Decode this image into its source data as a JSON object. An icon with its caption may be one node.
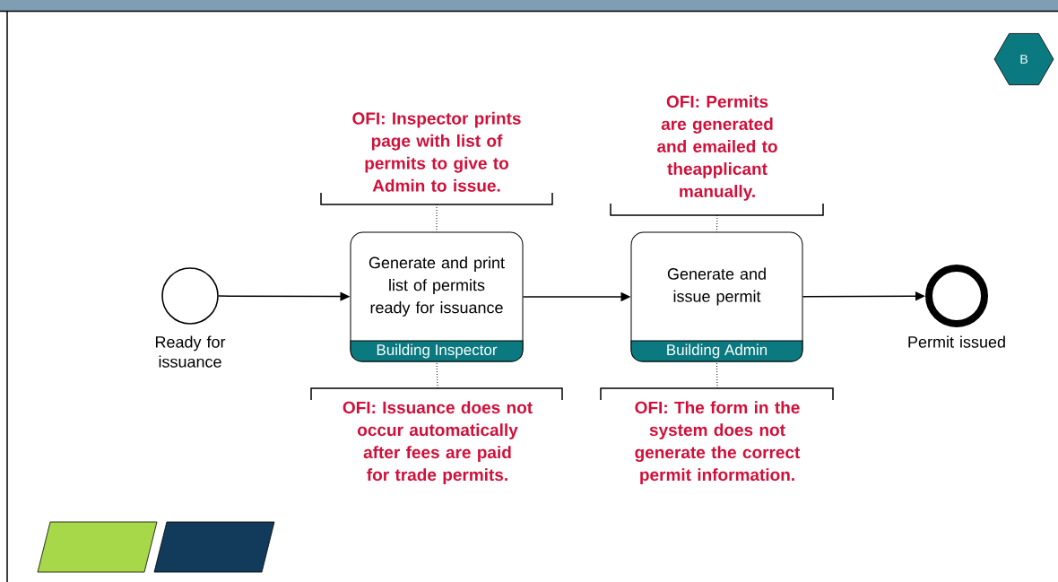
{
  "diagram": {
    "nodes": [
      {
        "text": [
          "B"
        ]
      },
      {
        "text": [
          "OFI: Inspector prints page with list of permits to give to Admin to issue."
        ]
      },
      {
        "text": [
          "OFI: Permits are generated and emailed to theapplicant manually."
        ]
      },
      {
        "text": [],
        "shape": "circle",
        "beside": [
          "Ready for issuance"
        ]
      },
      {
        "text": [
          "Generate and print list of permits ready for issuance",
          "Building Inspector"
        ]
      },
      {
        "text": [
          "Generate and issue permit",
          "Building Admin"
        ]
      },
      {
        "text": [],
        "shape": "circle",
        "beside": [
          "Permit issued"
        ]
      },
      {
        "text": [
          "OFI: Issuance does not occur automatically after fees are paid for trade permits."
        ]
      },
      {
        "text": [
          "OFI: The form in the system does not generate the correct permit information."
        ]
      },
      {
        "text": [],
        "shape": "parallelogram"
      },
      {
        "text": [],
        "shape": "parallelogram"
      }
    ],
    "edges": [
      {
        "from": 3,
        "to": 4,
        "arrow": "to"
      },
      {
        "from": 4,
        "to": 5,
        "arrow": "to"
      },
      {
        "from": 5,
        "to": 6,
        "arrow": "to"
      },
      {
        "from": 1,
        "to": 4,
        "arrow": "none",
        "style": "dashed"
      },
      {
        "from": 2,
        "to": 5,
        "arrow": "none",
        "style": "dashed"
      },
      {
        "from": 7,
        "to": 4,
        "arrow": "none",
        "style": "dashed"
      },
      {
        "from": 8,
        "to": 5,
        "arrow": "none",
        "style": "dashed"
      }
    ]
  }
}
